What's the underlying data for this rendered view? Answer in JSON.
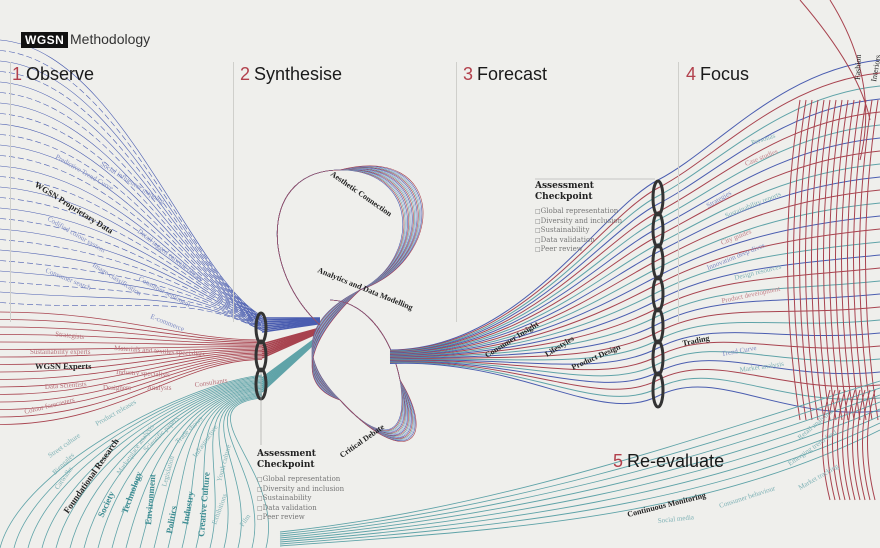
{
  "header": {
    "logo": "WGSN",
    "title": "Methodology"
  },
  "stages": [
    {
      "num": "1",
      "label": "Observe"
    },
    {
      "num": "2",
      "label": "Synthesise"
    },
    {
      "num": "3",
      "label": "Forecast"
    },
    {
      "num": "4",
      "label": "Focus"
    },
    {
      "num": "5",
      "label": "Re-evaluate"
    }
  ],
  "colors": {
    "blue": "#4a5db0",
    "red": "#a8434f",
    "teal": "#5fa3a8",
    "accent": "#b2404c"
  },
  "observe": {
    "proprietary": {
      "title": "WGSN Proprietary Data",
      "items": [
        "Social influencer mapping",
        "Predictive Trend Curve",
        "Detail tagged catwalk library",
        "Codified colour system",
        "Image classification",
        "Consumer sentiment",
        "Consumer search",
        "E-commerce"
      ]
    },
    "experts": {
      "title": "WGSN Experts",
      "items": [
        "Strategists",
        "Sustainability experts",
        "Materials and textiles specialists",
        "Industry specialists",
        "Consultants",
        "Data Scientists",
        "Designers",
        "Analysts",
        "Colour forecasters"
      ]
    },
    "research": {
      "title": "Foundational Research",
      "items": [
        "Street culture",
        "Product releases",
        "Biennales",
        "Catwalks",
        "Marketplace analysis",
        "Scientific papers",
        "Trade shows",
        "Legislation",
        "Infrastructure",
        "Youth culture",
        "Exhibitions",
        "Film"
      ],
      "themes": [
        "Society",
        "Technology",
        "Environment",
        "Politics",
        "Industry",
        "Creative Culture"
      ]
    }
  },
  "synthesise": {
    "labels": [
      "Aesthetic Connection",
      "Analytics and Data Modelling",
      "Critical Debate"
    ]
  },
  "checkpoint": {
    "title1": "Assessment",
    "title2": "Checkpoint",
    "items": [
      "Global representation",
      "Diversity and inclusion",
      "Sustainability",
      "Data validation",
      "Peer review"
    ]
  },
  "forecast": {
    "labels": [
      "Consumer Insight",
      "Lifestyles",
      "Product Design"
    ]
  },
  "focus": {
    "title": "Trading",
    "items": [
      "Personas",
      "Case studies",
      "Strategies",
      "Sustainability reports",
      "City guides",
      "Innovation deep dives",
      "Design resources",
      "Product development",
      "Trend Curve",
      "Market analysis"
    ]
  },
  "industries": [
    "Fashion",
    "Interiors"
  ],
  "reevaluate": {
    "title": "Continuous Monitoring",
    "items": [
      "Social media",
      "Consumer behaviour",
      "Market tracking",
      "Emerging trend feed",
      "Retail analytics"
    ]
  }
}
